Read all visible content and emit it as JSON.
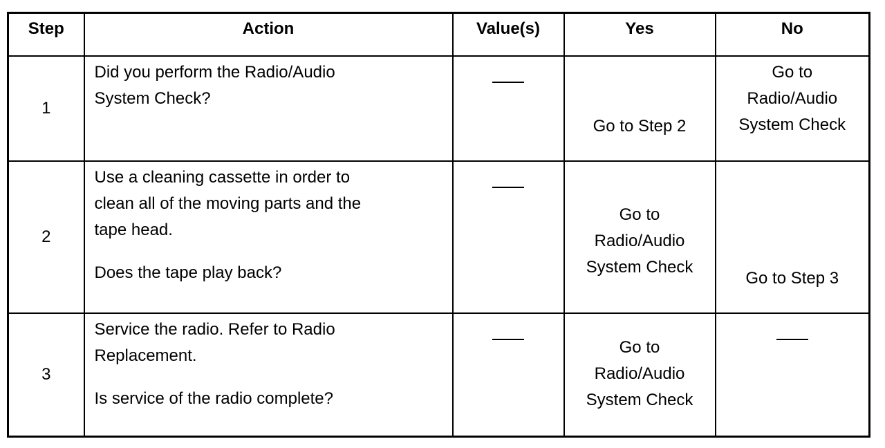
{
  "header": {
    "step": "Step",
    "action": "Action",
    "values": "Value(s)",
    "yes": "Yes",
    "no": "No"
  },
  "rows": [
    {
      "step": "1",
      "action_lines": [
        "Did you perform the Radio/Audio",
        "System Check?"
      ],
      "question": "",
      "value": "—",
      "yes": "Go to Step 2",
      "no_lines": [
        "Go to",
        "Radio/Audio",
        "System Check"
      ]
    },
    {
      "step": "2",
      "action_lines": [
        "Use a cleaning cassette in order to",
        "clean all of the moving parts and the",
        "tape head."
      ],
      "question": "Does the tape play back?",
      "value": "—",
      "yes_lines": [
        "Go to",
        "Radio/Audio",
        "System Check"
      ],
      "no": "Go to Step 3"
    },
    {
      "step": "3",
      "action_lines": [
        "Service the radio. Refer to Radio",
        "Replacement."
      ],
      "question": "Is service of the radio complete?",
      "value": "—",
      "yes_lines": [
        "Go to",
        "Radio/Audio",
        "System Check"
      ],
      "no": "—"
    }
  ]
}
